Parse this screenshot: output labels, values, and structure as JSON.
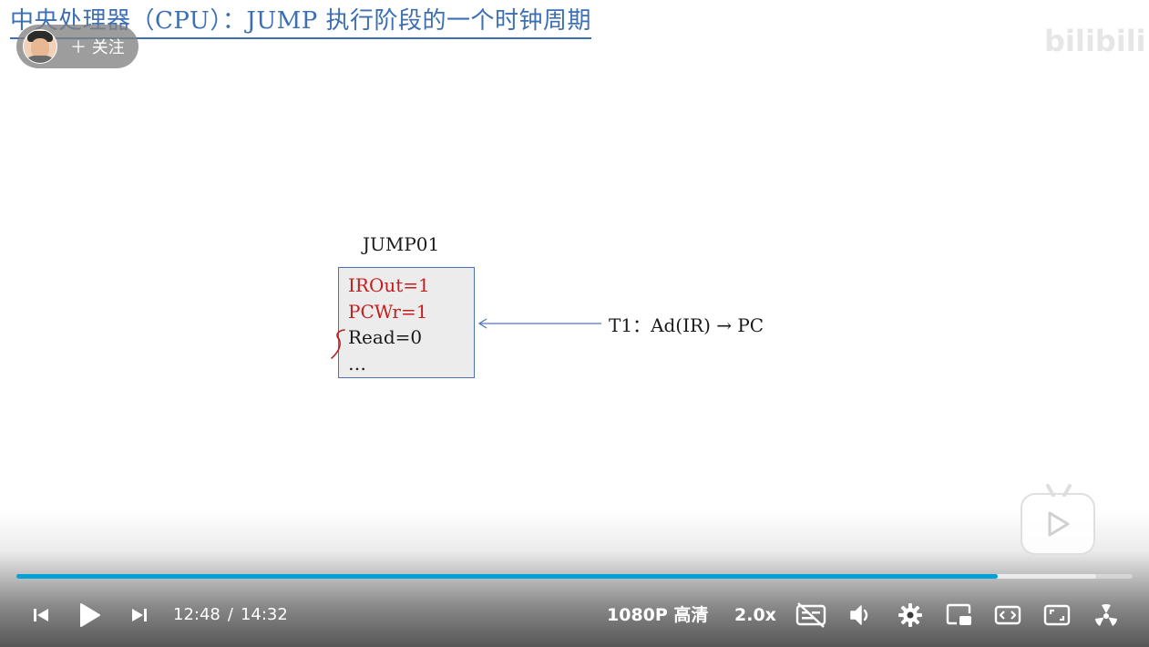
{
  "slide": {
    "title": "中央处理器（CPU）：JUMP 执行阶段的一个时钟周期",
    "state_name": "JUMP01",
    "state_lines": [
      {
        "text": "IROut=1",
        "color": "red"
      },
      {
        "text": "PCWr=1",
        "color": "red"
      },
      {
        "text": "Read=0",
        "color": "black"
      },
      {
        "text": "…",
        "color": "black"
      }
    ],
    "transfer_text": "T1：Ad(IR) → PC"
  },
  "uploader": {
    "follow_label": "＋ 关注"
  },
  "player": {
    "logo_text": "bilibili",
    "current_time": "12:48",
    "time_separator": "/",
    "total_time": "14:32",
    "progress": 0.8792,
    "buffered": 0.9673,
    "quality": "1080P 高清",
    "speed": "2.0x",
    "accent_color": "#00a1d6"
  },
  "icons": {
    "prev": "skip-previous-icon",
    "play": "play-icon",
    "next": "skip-next-icon",
    "subtitle": "subtitle-off-icon",
    "volume": "volume-icon",
    "settings": "gear-icon",
    "pip": "picture-in-picture-icon",
    "widescreen": "widescreen-icon",
    "fullscreen": "fullscreen-icon",
    "lightsoff": "lights-off-icon"
  }
}
